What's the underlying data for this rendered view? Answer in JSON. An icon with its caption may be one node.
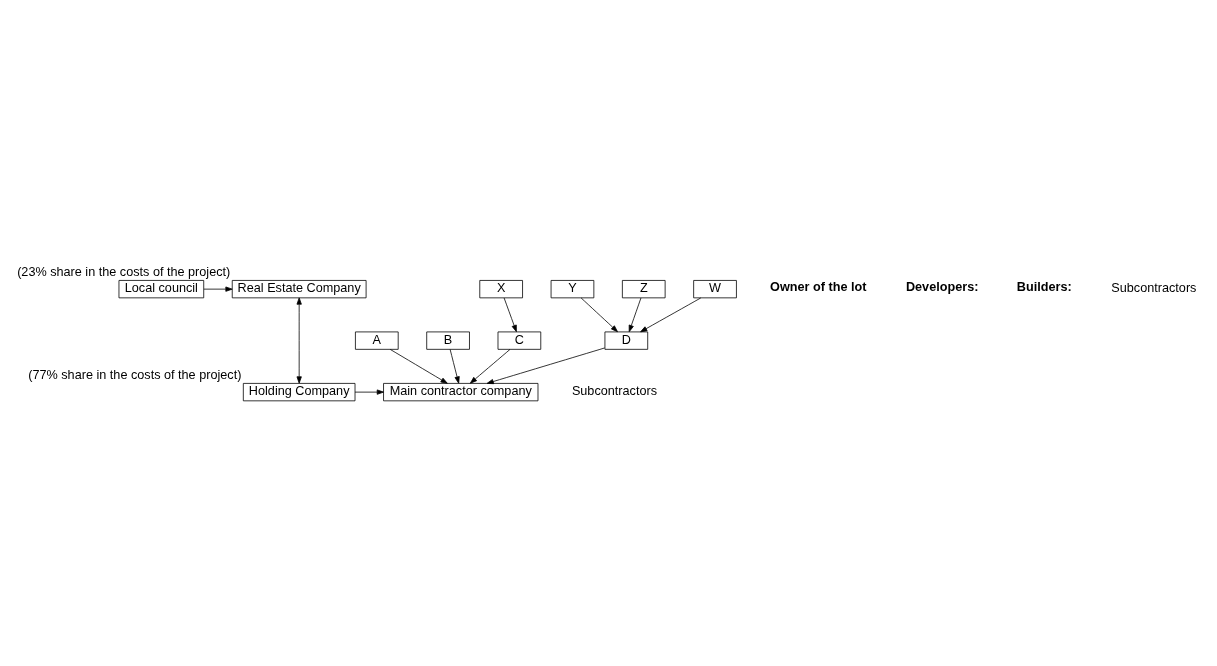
{
  "diagram": {
    "nodes": [
      {
        "text": [
          "Local council"
        ]
      },
      {
        "text": [
          "Real Estate Company"
        ],
        "beside": [
          "(23% share in the costs of the project)"
        ]
      },
      {
        "text": [
          "Holding Company"
        ],
        "beside": [
          "(77% share in the costs of the project)"
        ]
      },
      {
        "text": [
          "Main contractor company"
        ]
      },
      {
        "text": [
          "A"
        ]
      },
      {
        "text": [
          "B"
        ]
      },
      {
        "text": [
          "C"
        ]
      },
      {
        "text": [
          "D"
        ]
      },
      {
        "text": [
          "X"
        ]
      },
      {
        "text": [
          "Y"
        ]
      },
      {
        "text": [
          "Z"
        ]
      },
      {
        "text": [
          "W"
        ]
      }
    ],
    "edges": [
      {
        "from": 0,
        "to": 1,
        "arrow": "to"
      },
      {
        "from": 1,
        "to": 2,
        "arrow": "both"
      },
      {
        "from": 2,
        "to": 3,
        "arrow": "to"
      },
      {
        "from": 4,
        "to": 3,
        "arrow": "to"
      },
      {
        "from": 5,
        "to": 3,
        "arrow": "to"
      },
      {
        "from": 6,
        "to": 3,
        "arrow": "to"
      },
      {
        "from": 7,
        "to": 3,
        "arrow": "to"
      },
      {
        "from": 8,
        "to": 6,
        "arrow": "to"
      },
      {
        "from": 9,
        "to": 7,
        "arrow": "to"
      },
      {
        "from": 10,
        "to": 7,
        "arrow": "to"
      },
      {
        "from": 11,
        "to": 7,
        "arrow": "to"
      }
    ],
    "labels": [
      "Owner of the lot",
      "Developers:",
      "Builders:",
      "Subcontractors",
      "Subcontractors"
    ]
  }
}
